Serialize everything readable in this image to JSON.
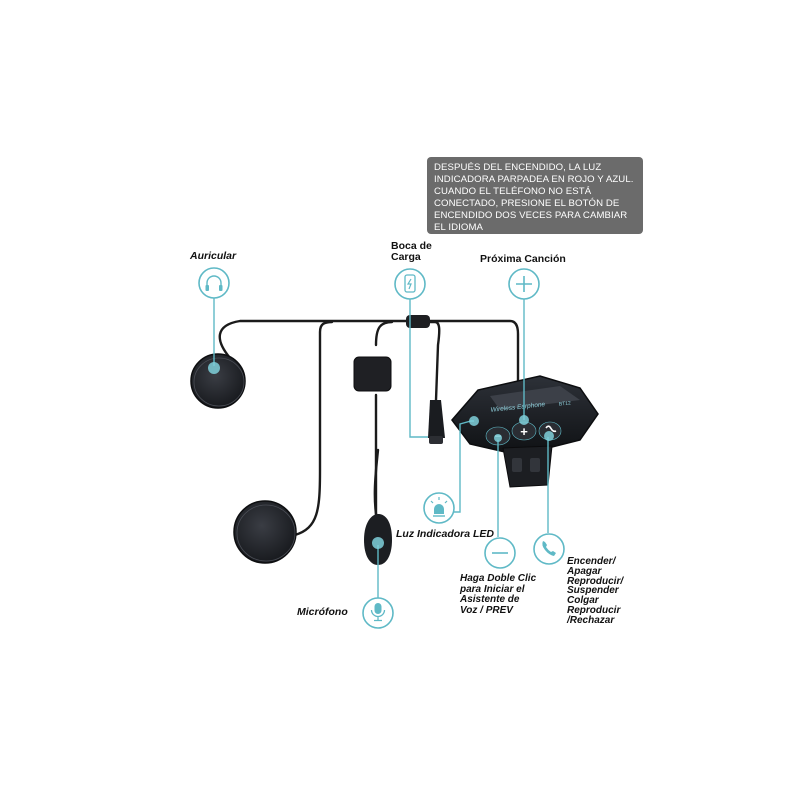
{
  "note": "DESPUÉS DEL ENCENDIDO, LA LUZ INDICADORA PARPADEA EN ROJO Y AZUL. CUANDO EL TELÉFONO NO ESTÁ CONECTADO, PRESIONE EL BOTÓN DE ENCENDIDO DOS VECES PARA CAMBIAR EL IDIOMA",
  "labels": {
    "auricular": "Auricular",
    "boca_de_carga": [
      "Boca de",
      "Carga"
    ],
    "proxima_cancion": "Próxima Canción",
    "luz_indicadora": "Luz Indicadora LED",
    "doble_clic": [
      "Haga Doble Clic",
      "para Iniciar el",
      "Asistente de",
      "Voz / PREV"
    ],
    "encender": [
      "Encender/",
      "Apagar",
      "Reproducir/",
      "Suspender",
      "Colgar",
      "Reproducir",
      "/Rechazar"
    ],
    "microfono": "Micrófono"
  },
  "device": {
    "brand_text": "Wireless Earphone",
    "model_text": "BT12",
    "minus_symbol": "−",
    "plus_symbol": "+"
  },
  "icons": {
    "auricular": "headphones-icon",
    "boca_de_carga": "phone-charging-icon",
    "proxima_cancion": "plus-icon",
    "luz_indicadora": "led-light-icon",
    "doble_clic": "minus-icon",
    "encender": "phone-handset-icon",
    "microfono": "microphone-icon"
  },
  "colors": {
    "accent": "#5fb9c6",
    "note_background": "#6b6b6b",
    "device": "#1a1d22"
  }
}
